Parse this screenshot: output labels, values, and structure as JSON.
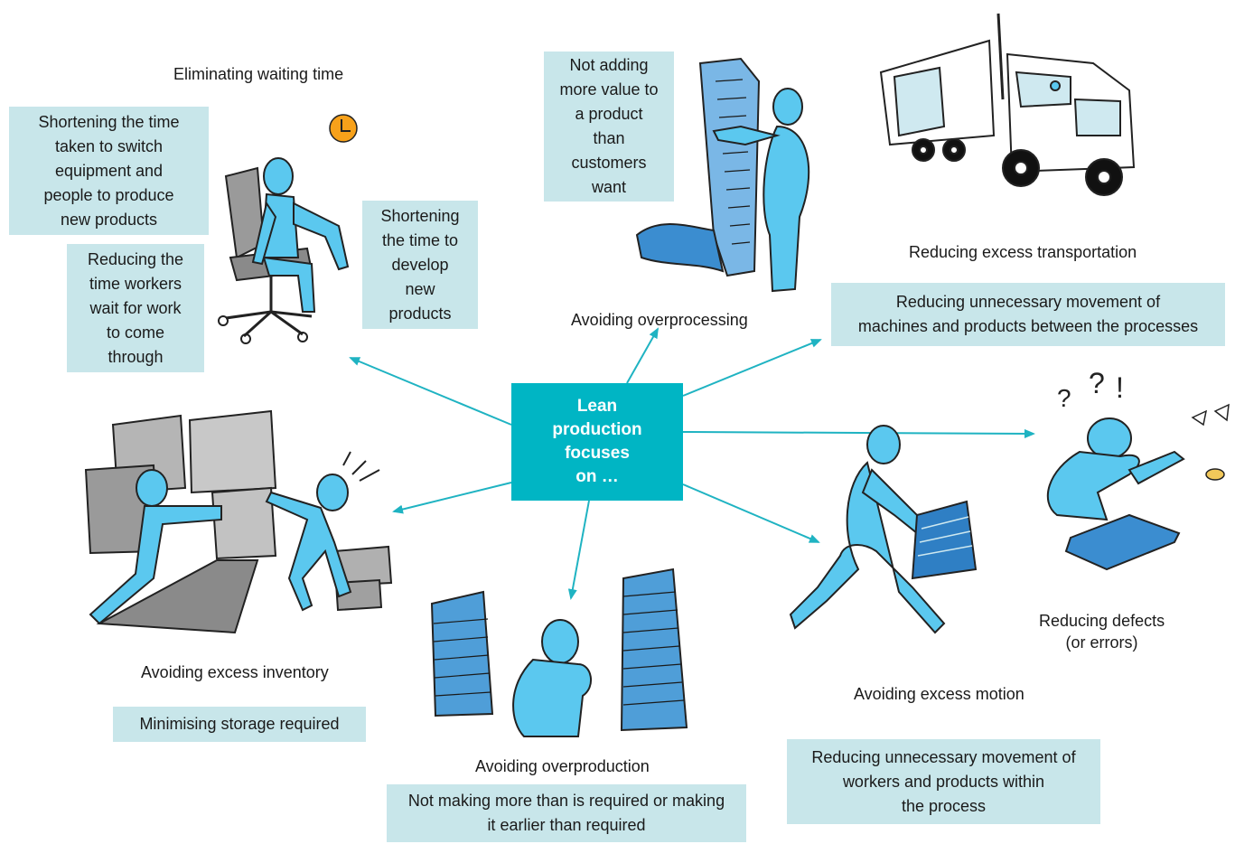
{
  "center": {
    "text": "Lean\nproduction\nfocuses\non …"
  },
  "waiting": {
    "title": "Eliminating waiting time",
    "box_switch": "Shortening the time\ntaken to switch\nequipment and\npeople to produce\nnew products",
    "box_workers": "Reducing the\ntime workers\nwait for work\nto come\nthrough",
    "box_develop": "Shortening\nthe time to\ndevelop\nnew\nproducts"
  },
  "overprocessing": {
    "title": "Avoiding overprocessing",
    "box": "Not adding\nmore value to\na product\nthan\ncustomers\nwant"
  },
  "transportation": {
    "title": "Reducing excess transportation",
    "box": "Reducing unnecessary movement of\nmachines and products between the processes"
  },
  "defects": {
    "title": "Reducing defects\n(or errors)"
  },
  "motion": {
    "title": "Avoiding excess motion",
    "box": "Reducing unnecessary movement of\nworkers and products within\nthe process"
  },
  "overproduction": {
    "title": "Avoiding overproduction",
    "box": "Not making more than is required or making\nit earlier than required"
  },
  "inventory": {
    "title": "Avoiding excess inventory",
    "box": "Minimising storage required"
  },
  "colors": {
    "arrow": "#1fb3c2",
    "figure": "#5bc8ef",
    "box": "#c8e6ea",
    "center": "#00b5c4",
    "clock": "#f7a11a"
  }
}
